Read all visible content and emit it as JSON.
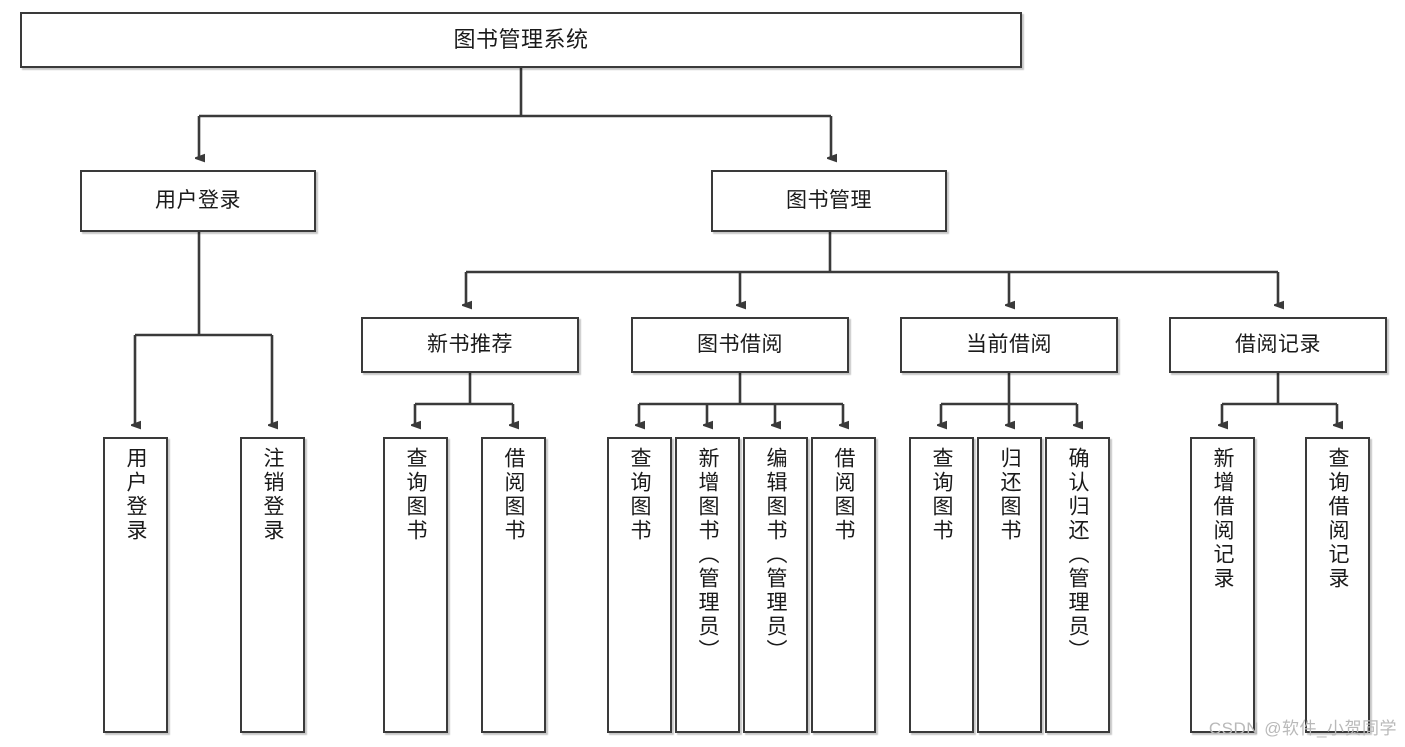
{
  "diagram": {
    "title": "图书管理系统",
    "type": "tree-hierarchy-chart",
    "watermark": "CSDN @软件_小贺同学",
    "colors": {
      "box_border": "#3a3a3a",
      "box_fill": "#ffffff",
      "connector": "#3a3a3a",
      "text": "#1a1a1a",
      "watermark": "#b9b9b9",
      "background": "#ffffff"
    }
  },
  "nodes": {
    "root": {
      "label": "图书管理系统"
    },
    "level1": [
      {
        "label": "用户登录"
      },
      {
        "label": "图书管理"
      }
    ],
    "level2": [
      {
        "label": "新书推荐"
      },
      {
        "label": "图书借阅"
      },
      {
        "label": "当前借阅"
      },
      {
        "label": "借阅记录"
      }
    ],
    "leaves": {
      "user_login": [
        {
          "label": "用户登录"
        },
        {
          "label": "注销登录"
        }
      ],
      "new_book_recommend": [
        {
          "label": "查询图书"
        },
        {
          "label": "借阅图书"
        }
      ],
      "book_borrow": [
        {
          "label": "查询图书"
        },
        {
          "label": "新增图书（管理员）"
        },
        {
          "label": "编辑图书（管理员）"
        },
        {
          "label": "借阅图书"
        }
      ],
      "current_borrow": [
        {
          "label": "查询图书"
        },
        {
          "label": "归还图书"
        },
        {
          "label": "确认归还（管理员）"
        }
      ],
      "borrow_record": [
        {
          "label": "新增借阅记录"
        },
        {
          "label": "查询借阅记录"
        }
      ]
    }
  }
}
